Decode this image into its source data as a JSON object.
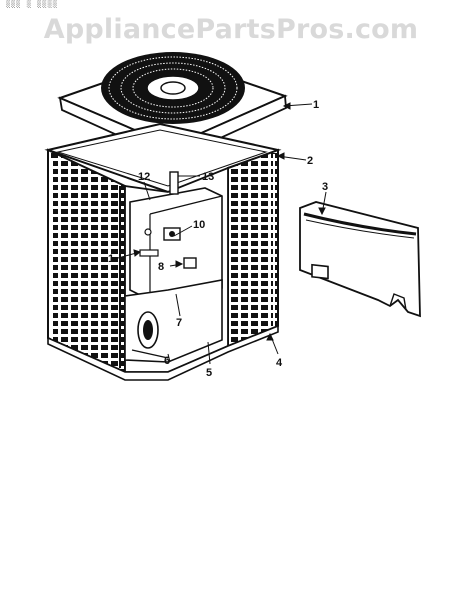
{
  "watermark": "AppliancePartsPros.com",
  "top_crop_text": "░░░ ░ ░░░░",
  "callouts": [
    "1",
    "2",
    "3",
    "4",
    "5",
    "6",
    "7",
    "8",
    "10",
    "12",
    "13",
    "1"
  ],
  "colors": {
    "line": "#111111",
    "paper": "#ffffff",
    "watermark": "#d9d9d9"
  }
}
